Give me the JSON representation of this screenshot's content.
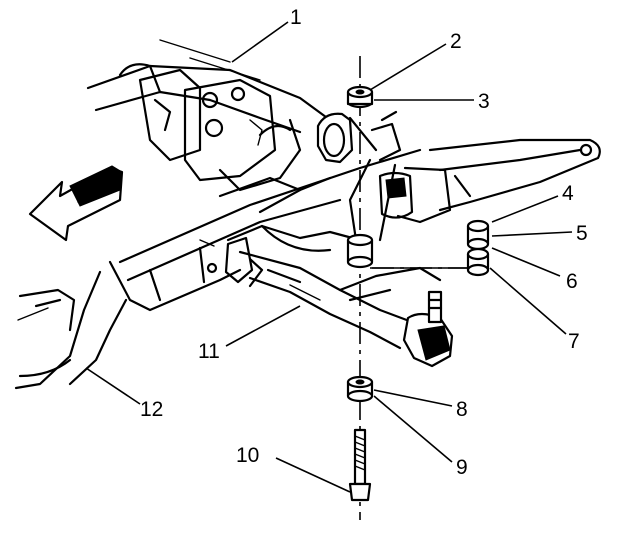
{
  "callouts": [
    {
      "id": "1",
      "text": "1"
    },
    {
      "id": "2",
      "text": "2"
    },
    {
      "id": "3",
      "text": "3"
    },
    {
      "id": "4",
      "text": "4"
    },
    {
      "id": "5",
      "text": "5"
    },
    {
      "id": "6",
      "text": "6"
    },
    {
      "id": "7",
      "text": "7"
    },
    {
      "id": "8",
      "text": "8"
    },
    {
      "id": "9",
      "text": "9"
    },
    {
      "id": "10",
      "text": "10"
    },
    {
      "id": "11",
      "text": "11"
    },
    {
      "id": "12",
      "text": "12"
    }
  ],
  "colors": {
    "ink": "#000000",
    "background": "#ffffff"
  }
}
